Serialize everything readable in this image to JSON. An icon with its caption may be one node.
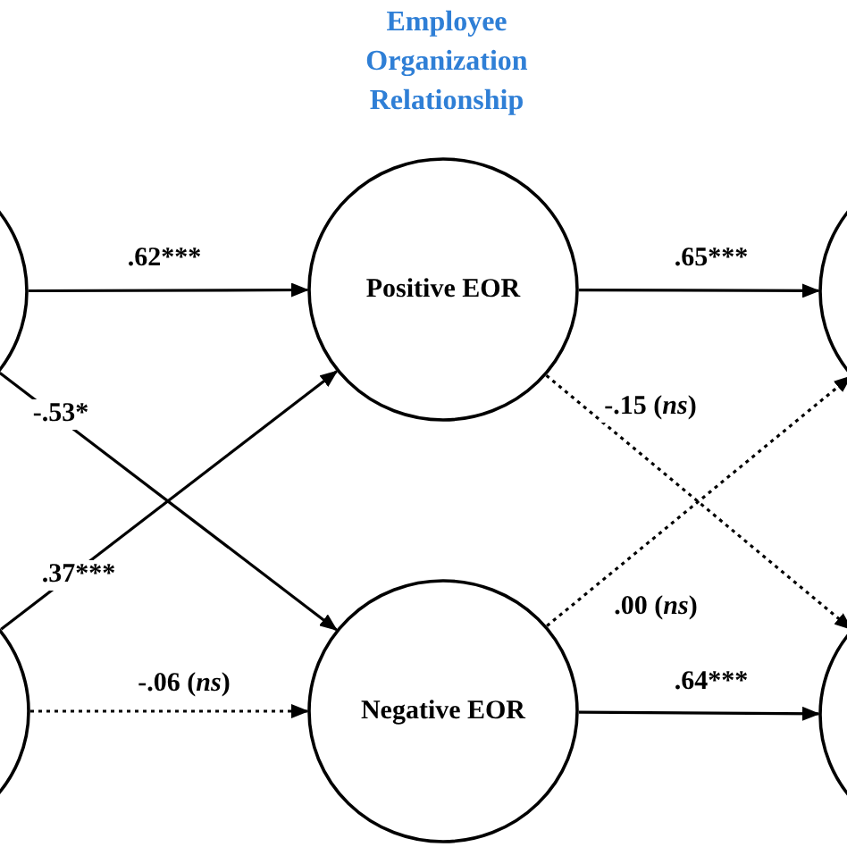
{
  "diagram": {
    "title": "Employee Organization Relationship",
    "nodes": [
      {
        "text": [],
        "shape": "circle"
      },
      {
        "text": [
          "Positive EOR"
        ]
      },
      {
        "text": [],
        "shape": "circle"
      },
      {
        "text": [],
        "shape": "circle"
      },
      {
        "text": [
          "Negative EOR"
        ]
      },
      {
        "text": [],
        "shape": "circle"
      }
    ],
    "edges": [
      {
        "from": 0,
        "to": 1,
        "arrow": "to",
        "label": ".62***"
      },
      {
        "from": 0,
        "to": 4,
        "arrow": "to",
        "label": "-.53*"
      },
      {
        "from": 3,
        "to": 1,
        "arrow": "to",
        "label": ".37***"
      },
      {
        "from": 3,
        "to": 4,
        "arrow": "to",
        "label": "-.06 (*ns*)",
        "style": "dashed"
      },
      {
        "from": 1,
        "to": 2,
        "arrow": "to",
        "label": ".65***"
      },
      {
        "from": 1,
        "to": 5,
        "arrow": "to",
        "label": "-.15 (*ns*)",
        "style": "dashed"
      },
      {
        "from": 4,
        "to": 2,
        "arrow": "to",
        "label": ".00 (*ns*)",
        "style": "dashed"
      },
      {
        "from": 4,
        "to": 5,
        "arrow": "to",
        "label": ".64***"
      }
    ]
  }
}
